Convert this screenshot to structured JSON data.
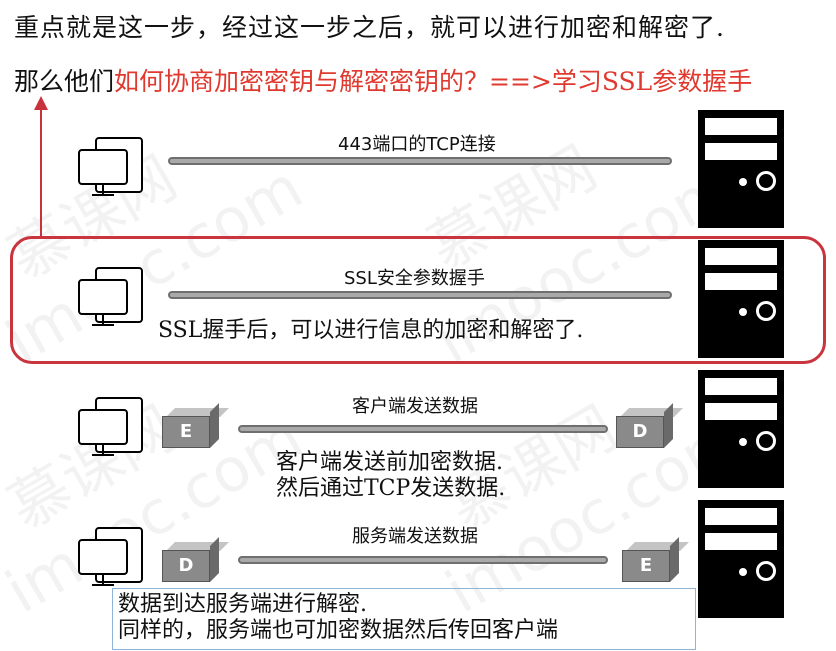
{
  "heading": "重点就是这一步，经过这一步之后，就可以进行加密和解密了.",
  "question": {
    "prefix": "那么他们",
    "highlight": "如何协商加密密钥与解密密钥的？==>学习SSL参数握手"
  },
  "steps": [
    {
      "label": "443端口的TCP连接",
      "note": ""
    },
    {
      "label": "SSL安全参数握手",
      "note": "SSL握手后，可以进行信息的加密和解密了."
    },
    {
      "label": "客户端发送数据",
      "note_line1": "客户端发送前加密数据.",
      "note_line2": "然后通过TCP发送数据.",
      "left_box": "E",
      "right_box": "D"
    },
    {
      "label": "服务端发送数据",
      "note_line1": "数据到达服务端进行解密.",
      "note_line2": "同样的，服务端也可加密数据然后传回客户端",
      "left_box": "D",
      "right_box": "E"
    }
  ],
  "watermark": [
    "慕课网",
    "imooc.com"
  ],
  "colors": {
    "accent": "#e0392f",
    "highlight_frame": "#c9353e"
  }
}
